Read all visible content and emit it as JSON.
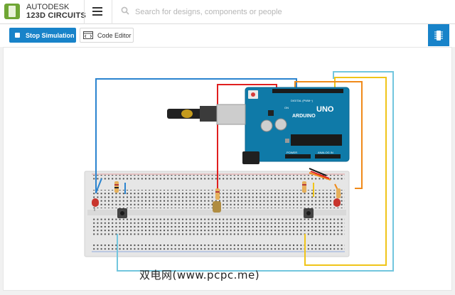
{
  "header": {
    "brand_line1": "AUTODESK",
    "brand_line2": "123D CIRCUITS",
    "search_placeholder": "Search for designs, components or people"
  },
  "toolbar": {
    "stop_label": "Stop Simulation",
    "code_label": "Code Editor"
  },
  "board": {
    "top_label": "DIGITAL (PWM~)",
    "brand": "ARDUINO",
    "model": "UNO",
    "power_label": "POWER",
    "analog_label": "ANALOG IN",
    "on_label": "ON"
  },
  "watermark": "双电网(www.pcpc.me)",
  "colors": {
    "accent": "#1883c9",
    "logo": "#6fa634",
    "board": "#0f7aa8",
    "wire_blue": "#2b84cf",
    "wire_orange": "#f08a1a",
    "wire_red": "#e01f1f",
    "wire_light_blue": "#72c6de",
    "wire_yellow": "#f0c419"
  }
}
